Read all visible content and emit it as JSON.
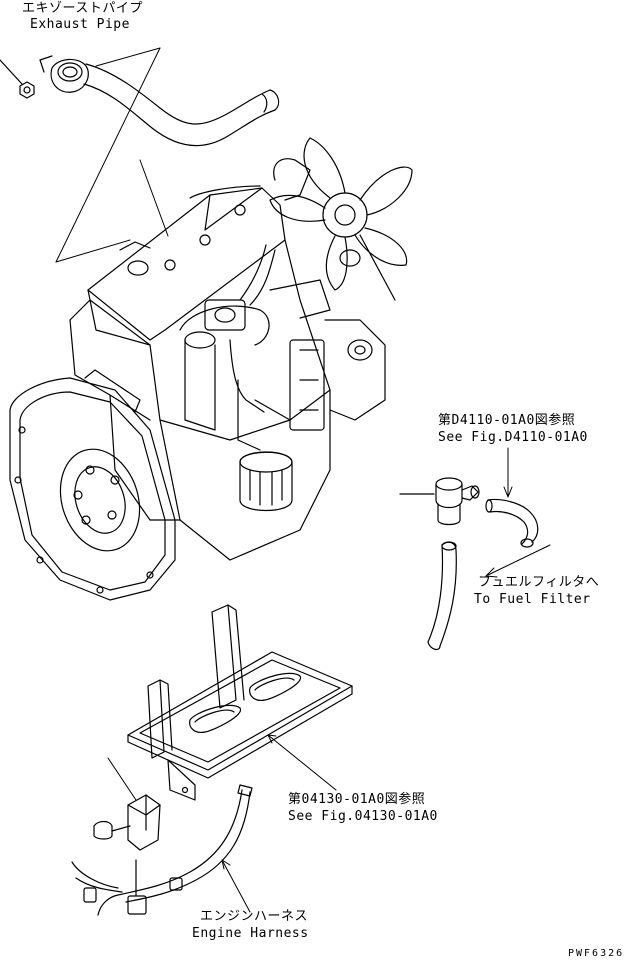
{
  "labels": {
    "exhaust_jp": "エキゾーストパイプ",
    "exhaust_en": "Exhaust Pipe",
    "ref1_jp": "第D4110-01A0図参照",
    "ref1_en": "See Fig.D4110-01A0",
    "fuel_jp": "フュエルフィルタへ",
    "fuel_en": "To Fuel Filter",
    "ref2_jp": "第04130-01A0図参照",
    "ref2_en": "See Fig.04130-01A0",
    "harness_jp": "エンジンハーネス",
    "harness_en": "Engine Harness",
    "drawing_code": "PWF6326"
  }
}
